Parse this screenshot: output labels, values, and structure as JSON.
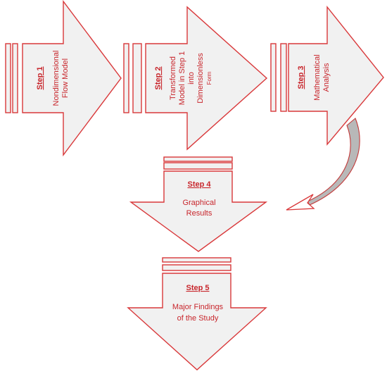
{
  "steps": [
    {
      "title": "Step 1",
      "lines": [
        "Nondimensional",
        "Flow Model"
      ]
    },
    {
      "title": "Step 2",
      "lines": [
        "Transformed",
        "Model in Step 1",
        "into",
        "Dimensionless",
        "Form"
      ]
    },
    {
      "title": "Step 3",
      "lines": [
        "Mathematical",
        "Analysis"
      ]
    },
    {
      "title": "Step 4",
      "lines": [
        "Graphical",
        "Results"
      ]
    },
    {
      "title": "Step 5",
      "lines": [
        "Major Findings",
        "of the Study"
      ]
    }
  ],
  "colors": {
    "stroke": "#d9383a",
    "text": "#c8262c",
    "fill": "#f1f1f1",
    "connector": "#b8b8b8"
  }
}
